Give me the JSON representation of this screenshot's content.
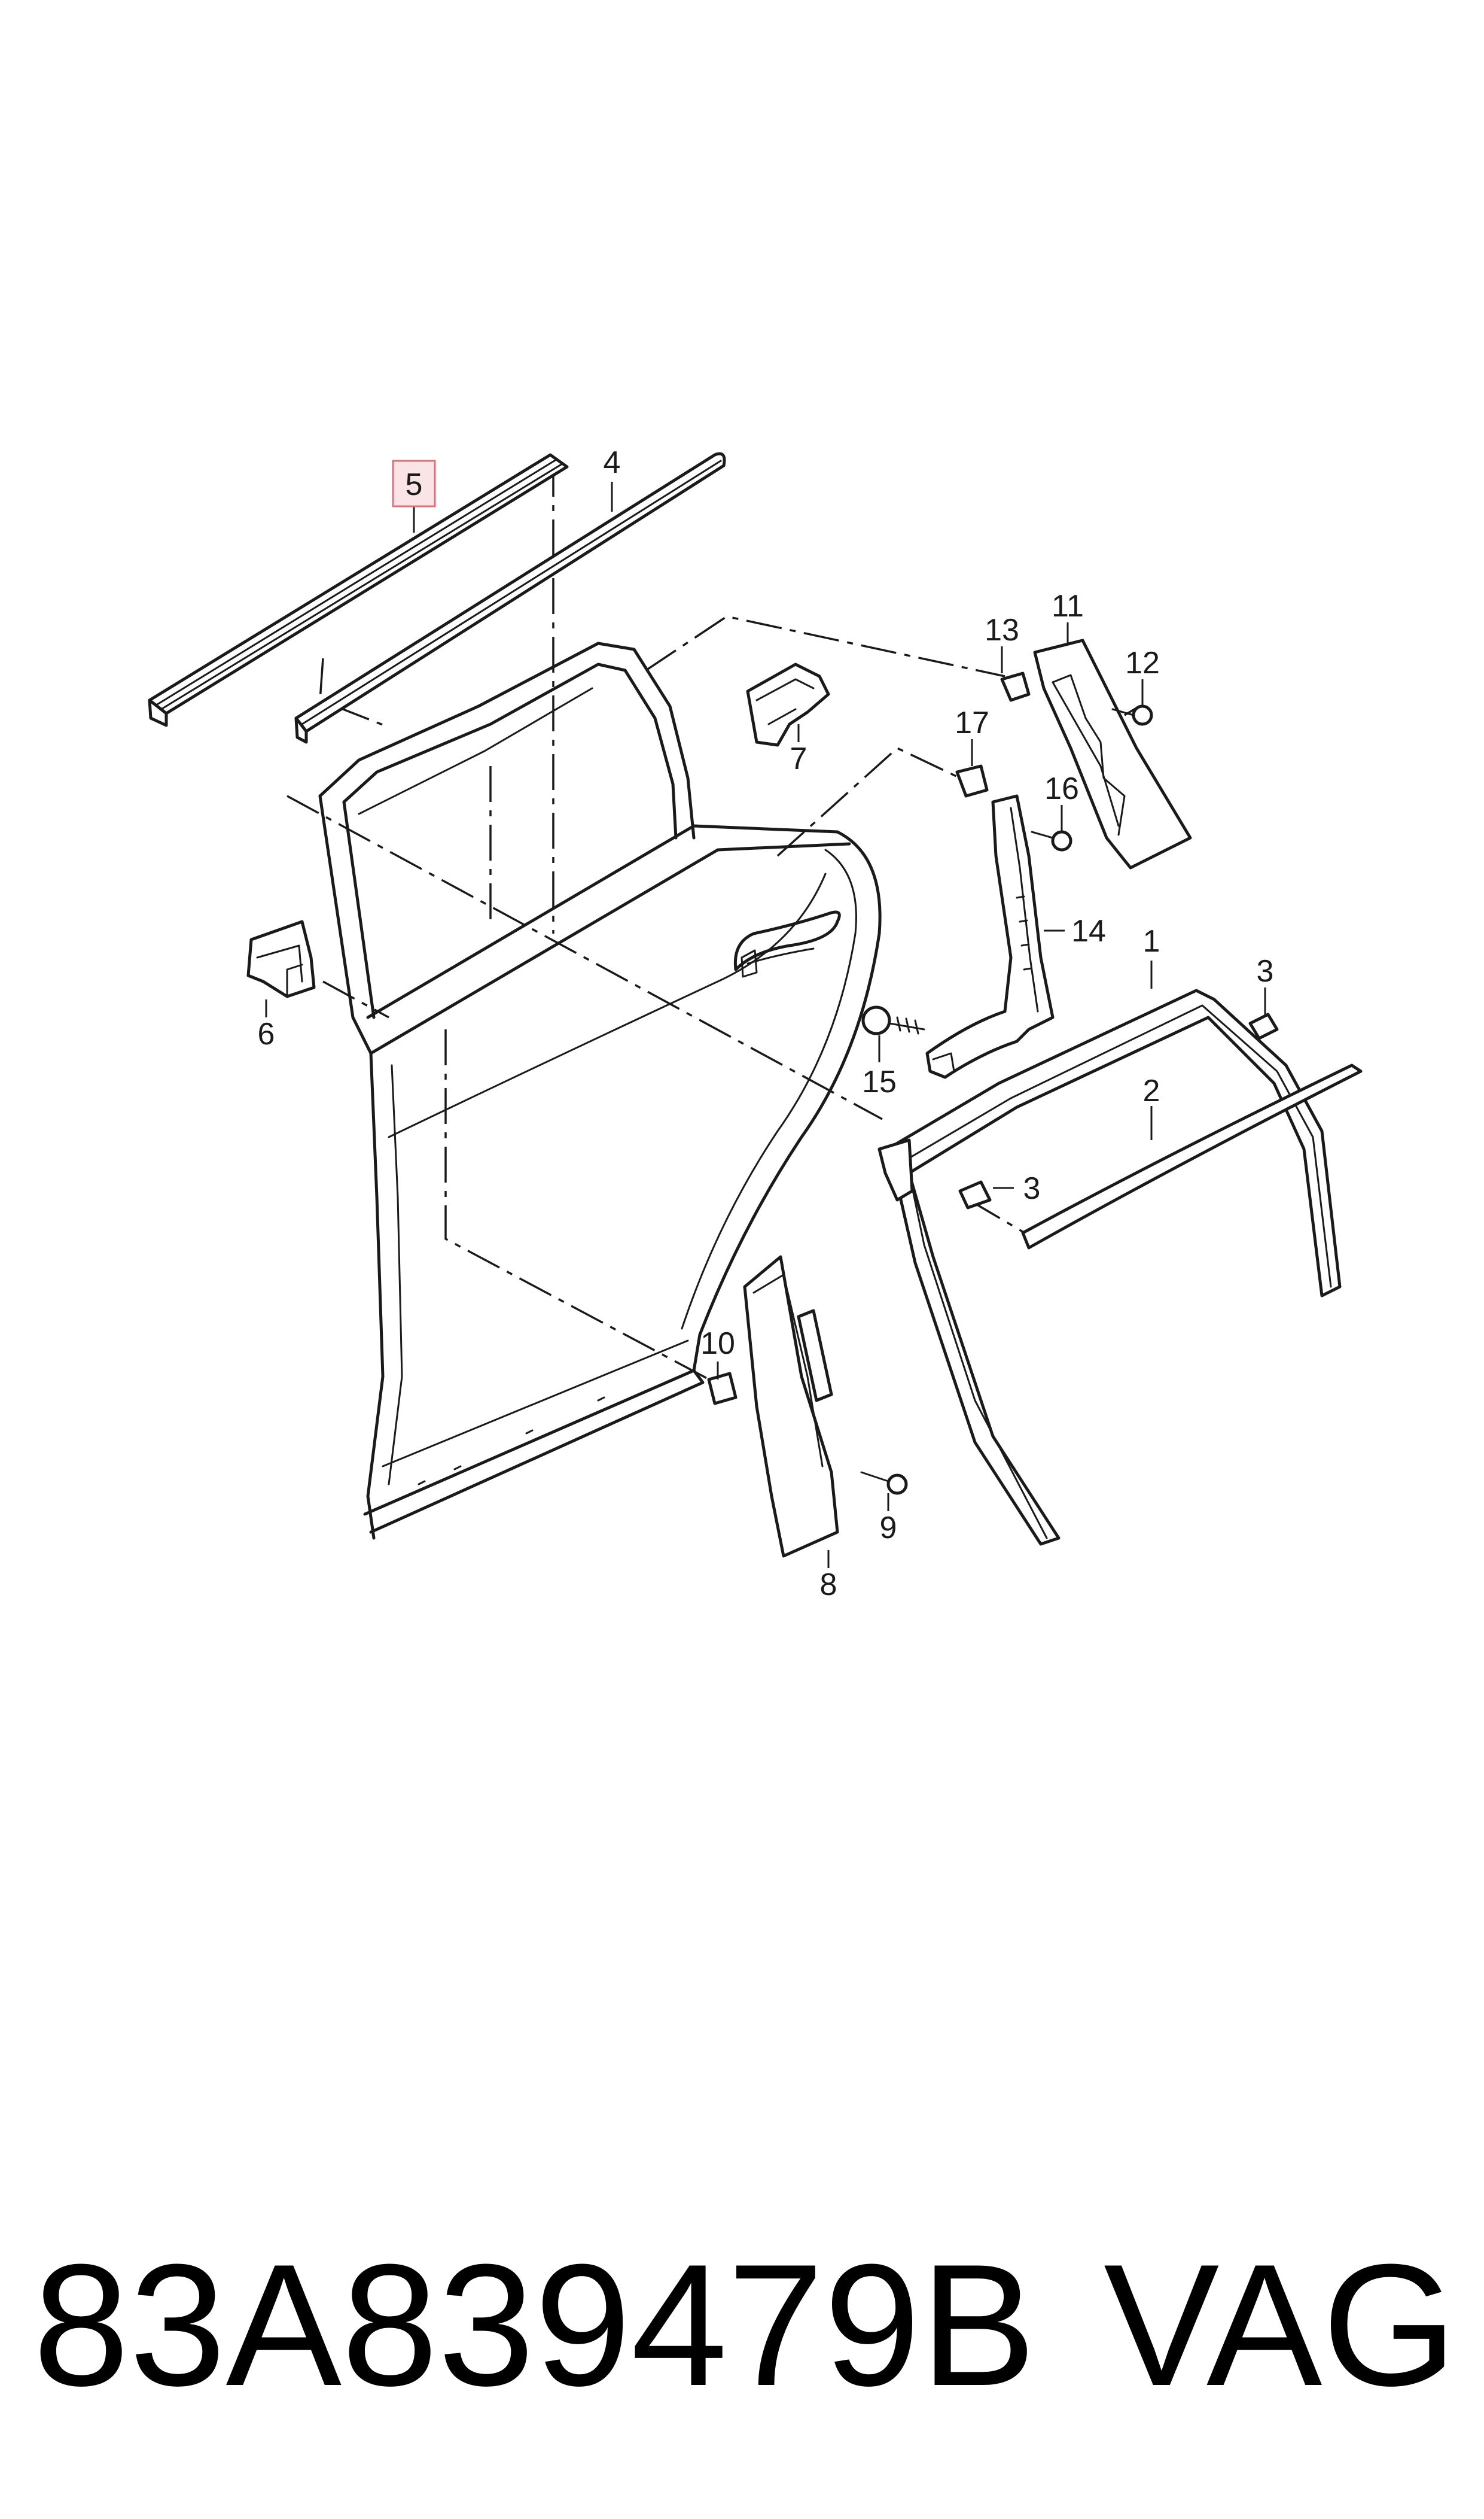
{
  "callouts": {
    "c1": "1",
    "c2": "2",
    "c3a": "3",
    "c3b": "3",
    "c4": "4",
    "c5": "5",
    "c6": "6",
    "c7": "7",
    "c8": "8",
    "c9": "9",
    "c10": "10",
    "c11": "11",
    "c12": "12",
    "c13": "13",
    "c14": "14",
    "c15": "15",
    "c16": "16",
    "c17": "17"
  },
  "highlight": {
    "callout": "5",
    "color": "#fbe4e6",
    "border": "#e0707a"
  },
  "footer": {
    "part_number": "83A839479B",
    "brand": "VAG"
  }
}
